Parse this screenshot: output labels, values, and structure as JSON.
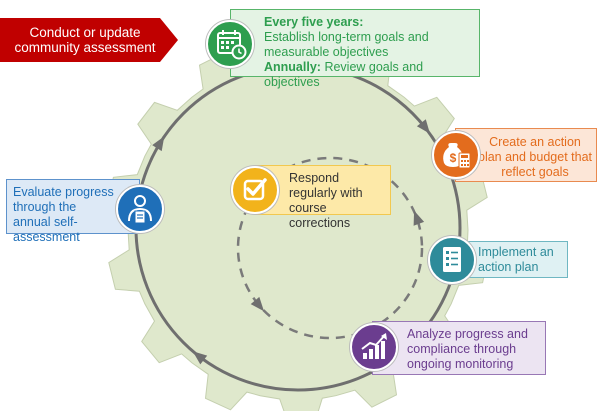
{
  "start": {
    "label": "Conduct or update community assessment",
    "color": "#c00000"
  },
  "goals": {
    "every_five_label": "Every five years:",
    "every_five_text": "Establish long-term goals and measurable objectives",
    "annually_label": "Annually:",
    "annually_text": "Review goals and objectives",
    "icon": "calendar-icon",
    "color": "#2e9e4f"
  },
  "action_plan": {
    "label": "Create an action plan and budget that reflect goals",
    "icon": "money-bag-calculator-icon",
    "color": "#e36c1d"
  },
  "implement": {
    "label": "Implement an action plan",
    "icon": "checklist-icon",
    "color": "#2e8b9a"
  },
  "analyze": {
    "label": "Analyze progress and compliance through ongoing monitoring",
    "icon": "chart-trend-icon",
    "color": "#6b3d8f"
  },
  "evaluate": {
    "label": "Evaluate progress through the annual self-assessment",
    "icon": "person-clipboard-icon",
    "color": "#1f6fb8"
  },
  "respond": {
    "label": "Respond regularly with course corrections",
    "icon": "checkbox-icon",
    "color": "#f2b31b"
  }
}
